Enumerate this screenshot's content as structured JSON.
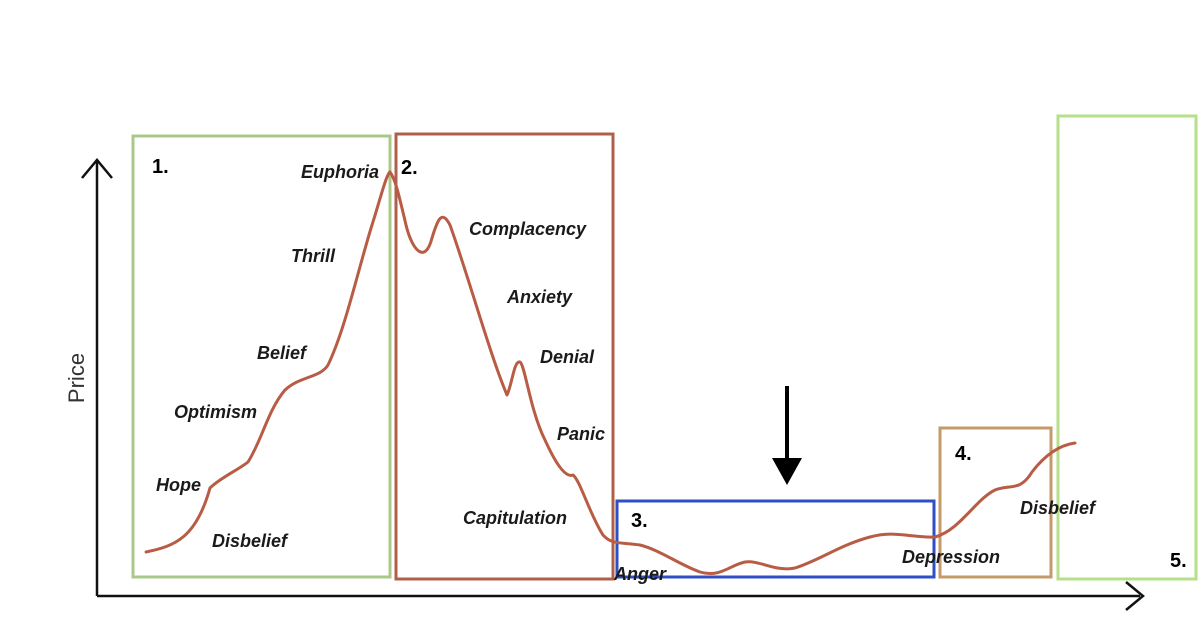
{
  "axis": {
    "y_label": "Price"
  },
  "phases": [
    {
      "label": "1.",
      "color": "#a9c98a"
    },
    {
      "label": "2.",
      "color": "#b0604a"
    },
    {
      "label": "3.",
      "color": "#2f4fc4"
    },
    {
      "label": "4.",
      "color": "#c49a6a"
    },
    {
      "label": "5.",
      "color": "#b5e08a"
    }
  ],
  "emotions": {
    "disbelief_start": "Disbelief",
    "hope": "Hope",
    "optimism": "Optimism",
    "belief": "Belief",
    "thrill": "Thrill",
    "euphoria": "Euphoria",
    "complacency": "Complacency",
    "anxiety": "Anxiety",
    "denial": "Denial",
    "panic": "Panic",
    "capitulation": "Capitulation",
    "anger": "Anger",
    "depression": "Depression",
    "disbelief_end": "Disbelief"
  },
  "colors": {
    "curve": "#b85c45",
    "axis": "#111111",
    "arrow": "#000000"
  },
  "icons": {
    "pointer": "down-arrow-icon"
  }
}
